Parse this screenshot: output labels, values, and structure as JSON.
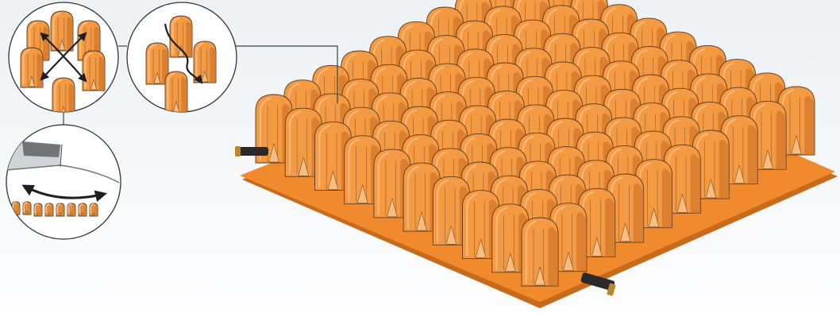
{
  "figure": {
    "subject": "cushion-illustration",
    "colors": {
      "background": "#f2f5f8",
      "base": "#f08a2c",
      "base_edge": "#c86a1c",
      "cell": "#f39a43",
      "cell_light": "#f9bd82",
      "cell_dark": "#c96a1d",
      "outline": "#5a3a1e",
      "callout_line": "#2f4a4a",
      "valve": "#2a2a2a",
      "valve_brass": "#b8892e"
    },
    "grid": {
      "rows": 10,
      "cols": 10
    },
    "callouts": [
      {
        "name": "cells-flex-callout",
        "icon": "crossed-arrows-icon"
      },
      {
        "name": "air-flow-callout",
        "icon": "curved-arrow-icon"
      },
      {
        "name": "cushion-bend-callout",
        "icon": "double-arrow-icon"
      }
    ]
  }
}
